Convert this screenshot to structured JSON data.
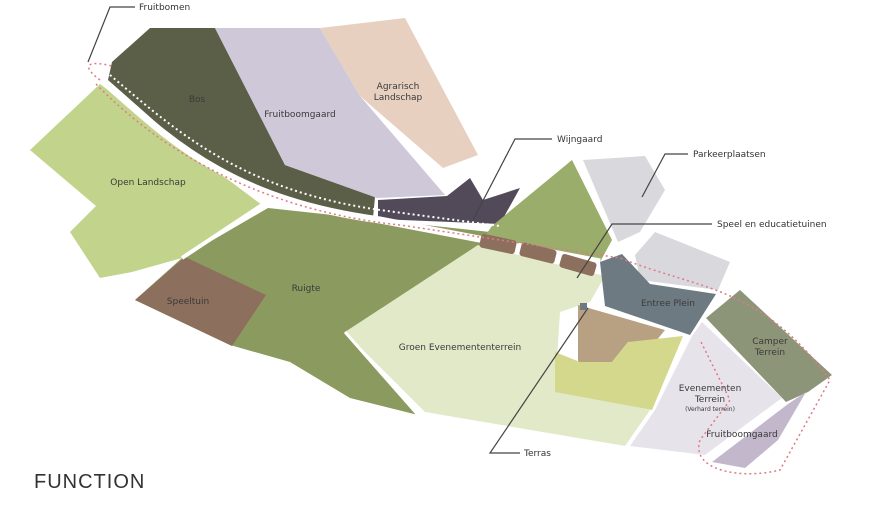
{
  "title": "FUNCTION",
  "zones": {
    "bos": "Bos",
    "fruitboomgaard_north": "Fruitboomgaard",
    "agrarisch_1": "Agrarisch",
    "agrarisch_2": "Landschap",
    "open_landschap": "Open Landschap",
    "speeltuin": "Speeltuin",
    "ruigte": "Ruigte",
    "groen_evenemententerrein": "Groen Evenemententerrein",
    "entree_plein": "Entree Plein",
    "camper_1": "Camper",
    "camper_2": "Terrein",
    "evenementen_1": "Evenementen",
    "evenementen_2": "Terrein",
    "evenementen_note": "(Verhard terrein)",
    "fruitboomgaard_south": "Fruitboomgaard"
  },
  "callouts": {
    "fruitbomen": "Fruitbomen",
    "wijngaard": "Wijngaard",
    "parkeerplaatsen": "Parkeerplaatsen",
    "speel_educatie": "Speel en educatietuinen",
    "terras": "Terras"
  },
  "colors": {
    "bos": "#5b5f47",
    "fruitboomgaard": "#cfc8d9",
    "agrarisch": "#e8d0c1",
    "open_landschap": "#c2d48c",
    "ruigte": "#8b9a5e",
    "speeltuin": "#8d6f5d",
    "wijngaard": "#534a59",
    "groen_evenementen": "#e2e9c9",
    "entree_plein": "#6e7a82",
    "parkeer": "#d9d9dd",
    "camper": "#8d9579",
    "evenementen": "#e7e3eb",
    "fruit_south": "#c3b7cb",
    "fruitbomen_route": "#e07a86"
  }
}
